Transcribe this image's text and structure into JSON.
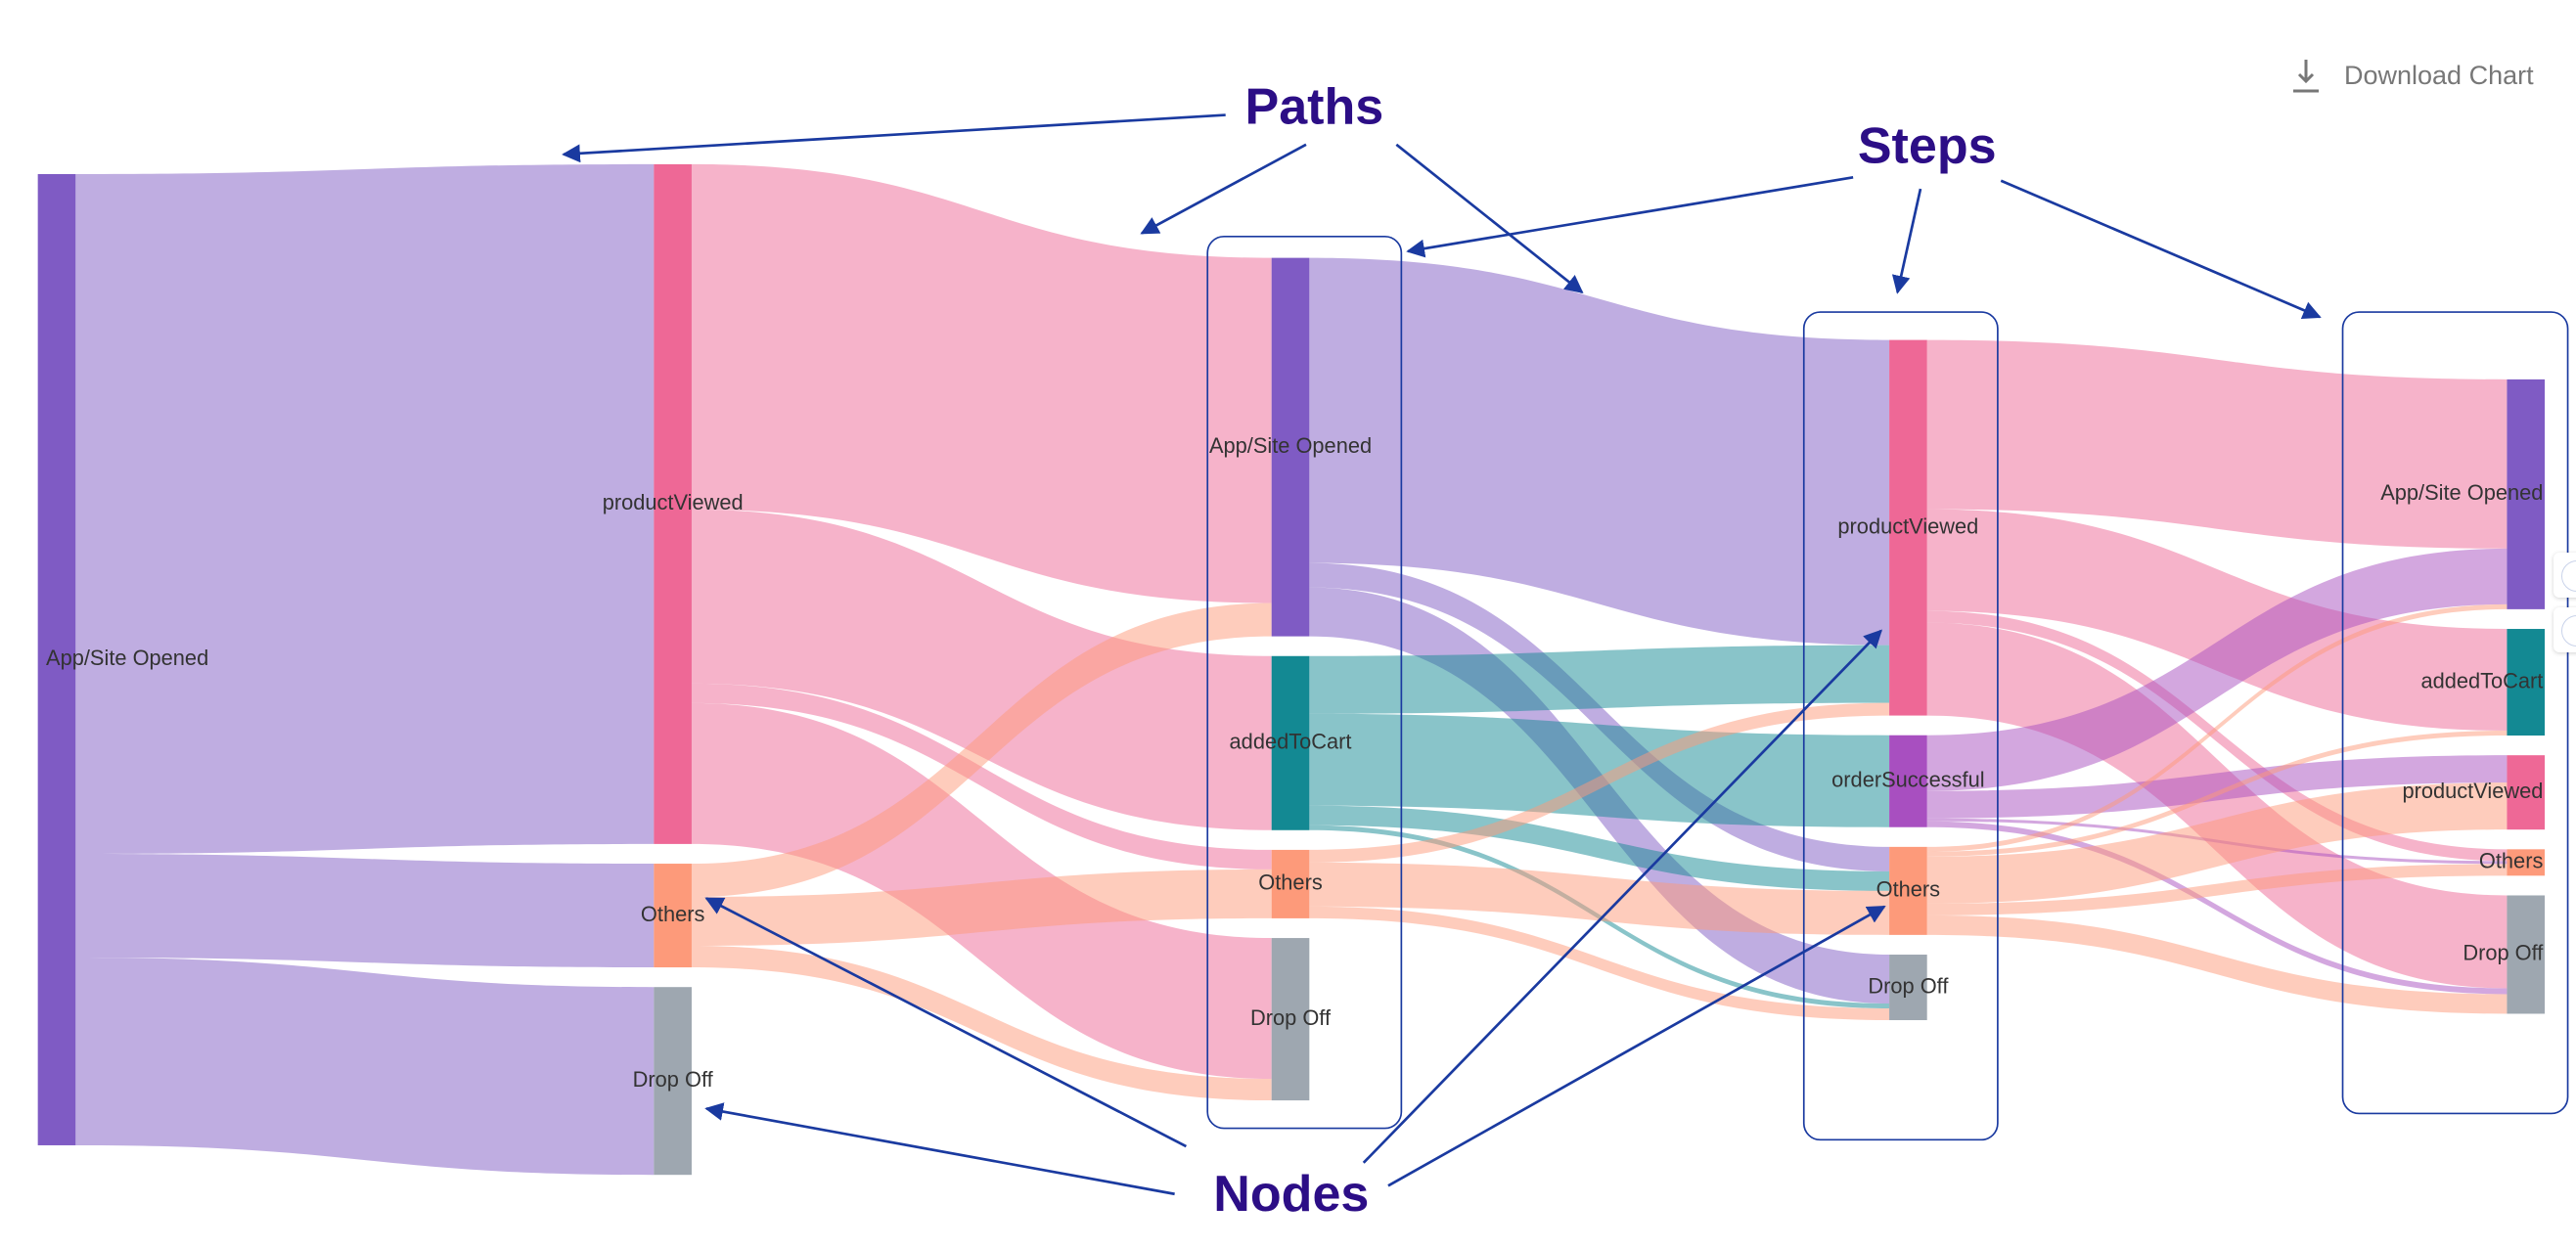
{
  "toolbar": {
    "download_label": "Download Chart",
    "download_icon": "download-icon"
  },
  "annotations": {
    "paths": "Paths",
    "steps": "Steps",
    "nodes": "Nodes",
    "color": "#2c0e86",
    "arrow_color": "#1a3aa0"
  },
  "colors": {
    "App/Site Opened": "#7f5bc4",
    "productViewed": "#ee6896",
    "Others": "#fd9a7a",
    "Drop Off": "#9ea7b0",
    "addedToCart": "#138993",
    "orderSuccessful": "#a84fc0"
  },
  "chart_data": {
    "type": "sankey",
    "steps": 5,
    "nodes": [
      {
        "step": 1,
        "label": "App/Site Opened"
      },
      {
        "step": 2,
        "label": "productViewed"
      },
      {
        "step": 2,
        "label": "Others"
      },
      {
        "step": 2,
        "label": "Drop Off"
      },
      {
        "step": 3,
        "label": "App/Site Opened"
      },
      {
        "step": 3,
        "label": "addedToCart"
      },
      {
        "step": 3,
        "label": "Others"
      },
      {
        "step": 3,
        "label": "Drop Off"
      },
      {
        "step": 4,
        "label": "productViewed"
      },
      {
        "step": 4,
        "label": "orderSuccessful"
      },
      {
        "step": 4,
        "label": "Others"
      },
      {
        "step": 4,
        "label": "Drop Off"
      },
      {
        "step": 5,
        "label": "App/Site Opened"
      },
      {
        "step": 5,
        "label": "addedToCart"
      },
      {
        "step": 5,
        "label": "productViewed"
      },
      {
        "step": 5,
        "label": "Others"
      },
      {
        "step": 5,
        "label": "Drop Off"
      }
    ],
    "links": [
      {
        "source": 0,
        "target": 1,
        "value": 695
      },
      {
        "source": 0,
        "target": 2,
        "value": 106
      },
      {
        "source": 0,
        "target": 3,
        "value": 192
      },
      {
        "source": 1,
        "target": 4,
        "value": 353
      },
      {
        "source": 1,
        "target": 5,
        "value": 178
      },
      {
        "source": 1,
        "target": 6,
        "value": 20
      },
      {
        "source": 1,
        "target": 7,
        "value": 144
      },
      {
        "source": 2,
        "target": 4,
        "value": 34
      },
      {
        "source": 2,
        "target": 6,
        "value": 50
      },
      {
        "source": 2,
        "target": 7,
        "value": 22
      },
      {
        "source": 4,
        "target": 8,
        "value": 312
      },
      {
        "source": 4,
        "target": 10,
        "value": 25
      },
      {
        "source": 4,
        "target": 11,
        "value": 50
      },
      {
        "source": 5,
        "target": 8,
        "value": 59
      },
      {
        "source": 5,
        "target": 9,
        "value": 94
      },
      {
        "source": 5,
        "target": 10,
        "value": 20
      },
      {
        "source": 5,
        "target": 11,
        "value": 5
      },
      {
        "source": 6,
        "target": 8,
        "value": 13
      },
      {
        "source": 6,
        "target": 10,
        "value": 45
      },
      {
        "source": 6,
        "target": 11,
        "value": 12
      },
      {
        "source": 8,
        "target": 12,
        "value": 173
      },
      {
        "source": 8,
        "target": 13,
        "value": 104
      },
      {
        "source": 8,
        "target": 15,
        "value": 12
      },
      {
        "source": 8,
        "target": 16,
        "value": 95
      },
      {
        "source": 9,
        "target": 12,
        "value": 57
      },
      {
        "source": 9,
        "target": 14,
        "value": 28
      },
      {
        "source": 9,
        "target": 15,
        "value": 3
      },
      {
        "source": 9,
        "target": 16,
        "value": 6
      },
      {
        "source": 10,
        "target": 12,
        "value": 5
      },
      {
        "source": 10,
        "target": 13,
        "value": 5
      },
      {
        "source": 10,
        "target": 14,
        "value": 48
      },
      {
        "source": 10,
        "target": 15,
        "value": 12
      },
      {
        "source": 10,
        "target": 16,
        "value": 20
      }
    ]
  }
}
